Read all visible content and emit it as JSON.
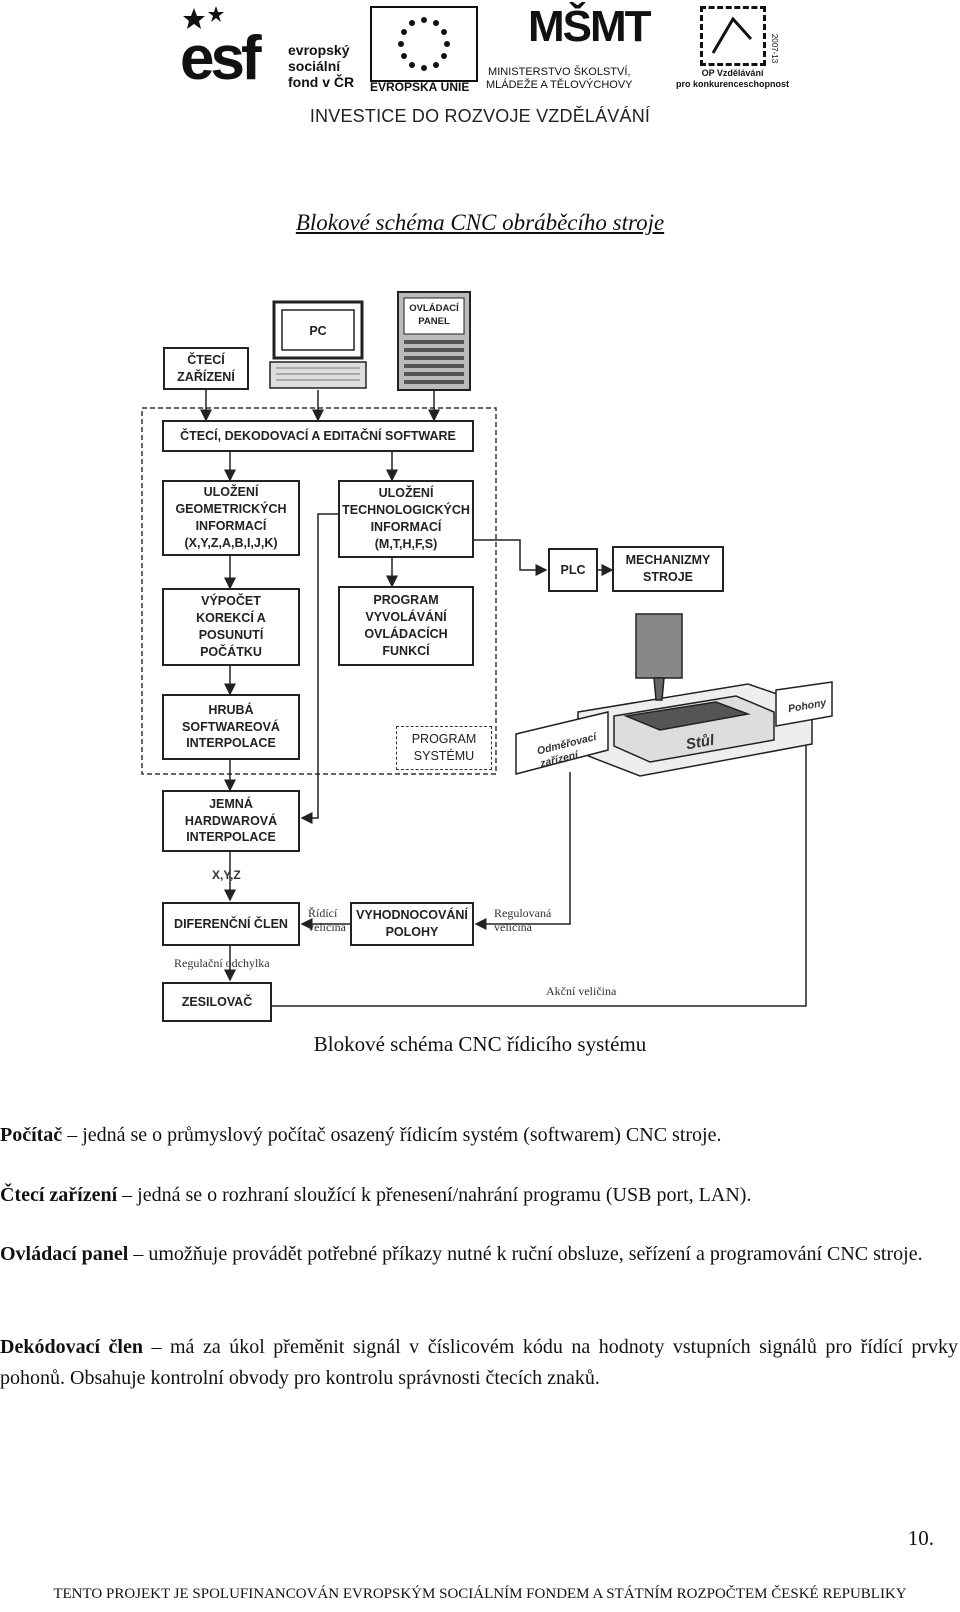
{
  "header": {
    "esf_mark": "esf",
    "esf_text": "evropský\nsociální\nfond v ČR",
    "eu_text": "EVROPSKÁ UNIE",
    "msmt_text": "MINISTERSTVO ŠKOLSTVÍ,\nMLÁDEŽE A TĚLOVÝCHOVY",
    "msmt_mark": "MŠMT",
    "op_text": "OP Vzdělávání\npro konkurenceschopnost",
    "op_years": "2007-13",
    "slogan": "INVESTICE DO ROZVOJE VZDĚLÁVÁNÍ"
  },
  "title": "Blokové schéma CNC obráběcího stroje",
  "diagram": {
    "cteci_zarizeni": "ČTECÍ\nZAŘÍZENÍ",
    "pc": "PC",
    "ovladaci_panel": "OVLÁDACÍ\nPANEL",
    "software": "ČTECÍ, DEKODOVACÍ A EDITAČNÍ SOFTWARE",
    "geometric": "ULOŽENÍ\nGEOMETRICKÝCH\nINFORMACÍ\n(X,Y,Z,A,B,I,J,K)",
    "technological": "ULOŽENÍ\nTECHNOLOGICKÝCH\nINFORMACÍ\n(M,T,H,F,S)",
    "plc": "PLC",
    "mechanizmy": "MECHANIZMY\nSTROJE",
    "korekce": "VÝPOČET\nKOREKCÍ A\nPOSUNUTÍ\nPOČÁTKU",
    "program_funkci": "PROGRAM\nVYVOLÁVÁNÍ\nOVLÁDACÍCH\nFUNKCÍ",
    "hruba": "HRUBÁ\nSOFTWAREOVÁ\nINTERPOLACE",
    "program_systemu": "PROGRAM\nSYSTÉMU",
    "jemna": "JEMNÁ\nHARDWAROVÁ\nINTERPOLACE",
    "xyz": "X,Y,Z",
    "diferencni": "DIFERENČNÍ ČLEN",
    "ridici_velicina": "Řídící\nveličina",
    "vyhodnocovani": "VYHODNOCOVÁNÍ\nPOLOHY",
    "regulovana_velicina": "Regulovaná\nveličina",
    "regulacni_odchylka": "Regulační odchylka",
    "zesilovac": "ZESILOVAČ",
    "akcni_velicina": "Akční veličina",
    "odmerovaci": "Odměřovací\nzařízení",
    "stul": "Stůl",
    "pohony": "Pohony"
  },
  "caption": "Blokové schéma CNC řídicího systému",
  "paragraphs": [
    {
      "term": "Počítač",
      "text": " – jedná se o průmyslový počítač osazený řídicím systém (softwarem) CNC stroje."
    },
    {
      "term": "Čtecí zařízení",
      "text": " – jedná se o rozhraní sloužící k přenesení/nahrání programu (USB port, LAN)."
    },
    {
      "term": "Ovládací panel",
      "text": " – umožňuje provádět potřebné příkazy nutné k ruční obsluze, seřízení a programování CNC stroje."
    },
    {
      "term": "Dekódovací člen",
      "text": " – má za úkol přeměnit signál v číslicovém kódu na hodnoty vstupních signálů pro řídící prvky pohonů. Obsahuje kontrolní obvody pro kontrolu správnosti čtecích znaků."
    }
  ],
  "page_number": "10.",
  "footer": "TENTO PROJEKT JE SPOLUFINANCOVÁN EVROPSKÝM SOCIÁLNÍM FONDEM A STÁTNÍM ROZPOČTEM ČESKÉ REPUBLIKY"
}
